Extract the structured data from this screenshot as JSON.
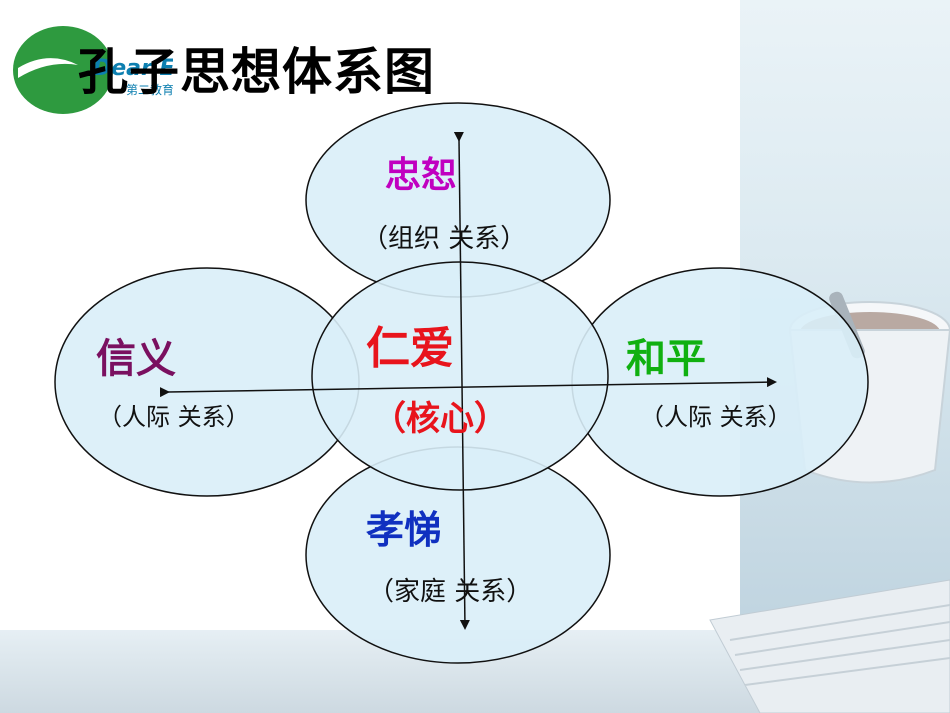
{
  "title": "孔子思想体系图",
  "logo": {
    "icon": "logo-badge-icon",
    "text_line1": "Dear Edu.com",
    "text_line2": "第二教育网"
  },
  "diagram": {
    "center": {
      "name": "仁爱",
      "relation": "（核心）",
      "name_color": "#e8141c",
      "relation_color": "#e8141c"
    },
    "top": {
      "name": "忠恕",
      "relation": "（组织  关系）",
      "name_color": "#c000c0"
    },
    "left": {
      "name": "信义",
      "relation": "（人际  关系）",
      "name_color": "#7a1060"
    },
    "right": {
      "name": "和平",
      "relation": "（人际  关系）",
      "name_color": "#10b010"
    },
    "bottom": {
      "name": "孝悌",
      "relation": "（家庭  关系）",
      "name_color": "#1030c0"
    }
  },
  "colors": {
    "circle_fill": "#d9eef8",
    "circle_stroke": "#111111",
    "axis": "#111111",
    "text_default": "#111111"
  }
}
